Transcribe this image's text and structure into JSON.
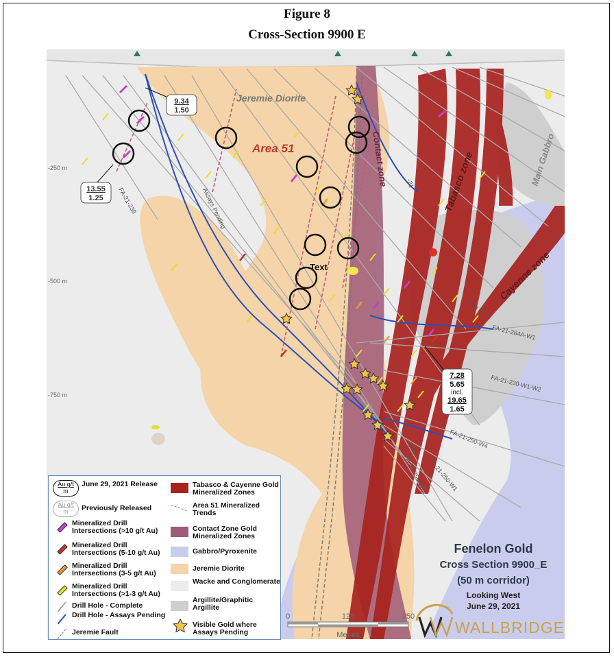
{
  "figure_number": "Figure 8",
  "figure_title": "Cross-Section 9900 E",
  "depth_labels": [
    "-250 m",
    "-500 m",
    "-750 m"
  ],
  "map_labels": {
    "jeremie_diorite": "Jeremie Diorite",
    "area51": "Area 51",
    "contact_zone": "Contact zone",
    "tabasco_zone": "Tabasco zone",
    "main_gabbro": "Main Gabbro",
    "cayenne_zone": "Cayenne zone",
    "text_marker": "Text",
    "assays_pending": "Assays Pending",
    "hole_238": "FA-21-238",
    "hole_264a": "FA-21-264A-W1",
    "hole_230": "FA-21-230-W1-W2",
    "hole_250w4": "FA-21-250-W4",
    "hole_250w1": "FA-21-250-W1",
    "hole_250w2": "FA-21-250-W2",
    "hole_250": "250",
    "hole_21_partial": "-21",
    "assays_pend_partial": "Assa Pen"
  },
  "callouts": {
    "c1": {
      "top": "9.34",
      "bottom": "1.50"
    },
    "c2": {
      "top": "13.55",
      "bottom": "1.25"
    },
    "c3": {
      "line1": "7.28",
      "line2": "5.65",
      "line3": "incl.",
      "line4": "19.65",
      "line5": "1.65"
    }
  },
  "legend": {
    "release_key_top": "Au g/t",
    "release_key_bottom": "m",
    "release_label": "June 29, 2021 Release",
    "prev_label": "Previously Released",
    "min10": "Mineralized Drill Intersections (>10 g/t Au)",
    "min5": "Mineralized Drill Intersections (5-10 g/t Au)",
    "min3": "Mineralized Drill Intersections (3-5 g/t Au)",
    "min1": "Mineralized Drill Intersections (>1-3 g/t Au)",
    "dh_complete": "Drill Hole - Complete",
    "dh_pending": "Drill Hole - Assays Pending",
    "fault": "Jeremie Fault",
    "tabasco_cayenne": "Tabasco & Cayenne Gold Mineralized Zones",
    "area51_trends": "Area 51 Mineralized Trends",
    "contact_zone": "Contact Zone Gold Mineralized Zones",
    "gabbro": "Gabbro/Pyroxenite",
    "diorite": "Jeremie Diorite",
    "wacke": "Wacke and Conglomerate",
    "argillite": "Argillite/Graphitic Argillite",
    "visible_gold": "Visible Gold where Assays Pending"
  },
  "colors": {
    "red_zone": "#a8231f",
    "diorite": "#f4d4a8",
    "contact": "#9e5a78",
    "gabbro": "#c9ccec",
    "argillite": "#cfcfcf",
    "drill_blue": "#2c4fb8",
    "trend": "#c05a7a"
  },
  "title_block": {
    "line1": "Fenelon Gold",
    "line2": "Cross Section 9900_E",
    "line3": "(50 m corridor)",
    "line4": "Looking West",
    "line5": "June 29, 2021"
  },
  "scale": {
    "t0": "0",
    "t1": "125",
    "t2": "250",
    "unit": "Metres"
  },
  "brand": "WALLBRIDGE"
}
